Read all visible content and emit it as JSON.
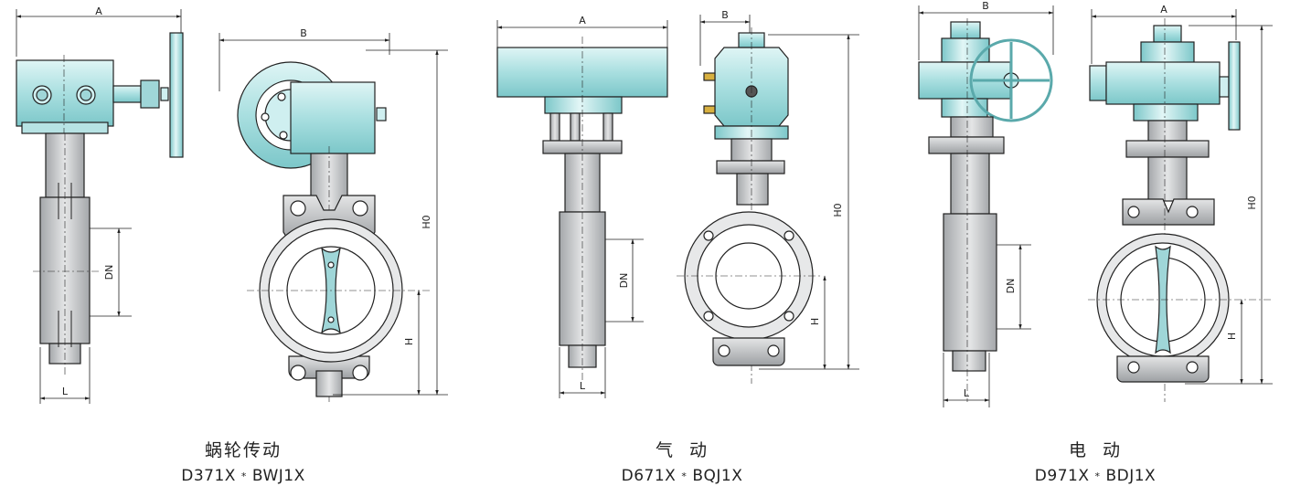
{
  "dimension_labels": {
    "A": "A",
    "B": "B",
    "H0": "H0",
    "H": "H",
    "DN": "DN",
    "L": "L"
  },
  "variants": [
    {
      "actuator": "蜗轮传动",
      "model_a": "D371X",
      "sep": "*",
      "model_b": "BWJ1X"
    },
    {
      "actuator": "气  动",
      "model_a": "D671X",
      "sep": "*",
      "model_b": "BQJ1X"
    },
    {
      "actuator": "电  动",
      "model_a": "D971X",
      "sep": "*",
      "model_b": "BDJ1X"
    }
  ],
  "colors": {
    "actuator_fill": "#a9dfe0",
    "actuator_light": "#d8f2f2",
    "body_fill": "#c3c5c7",
    "body_dark": "#8d9093",
    "line": "#222222"
  }
}
